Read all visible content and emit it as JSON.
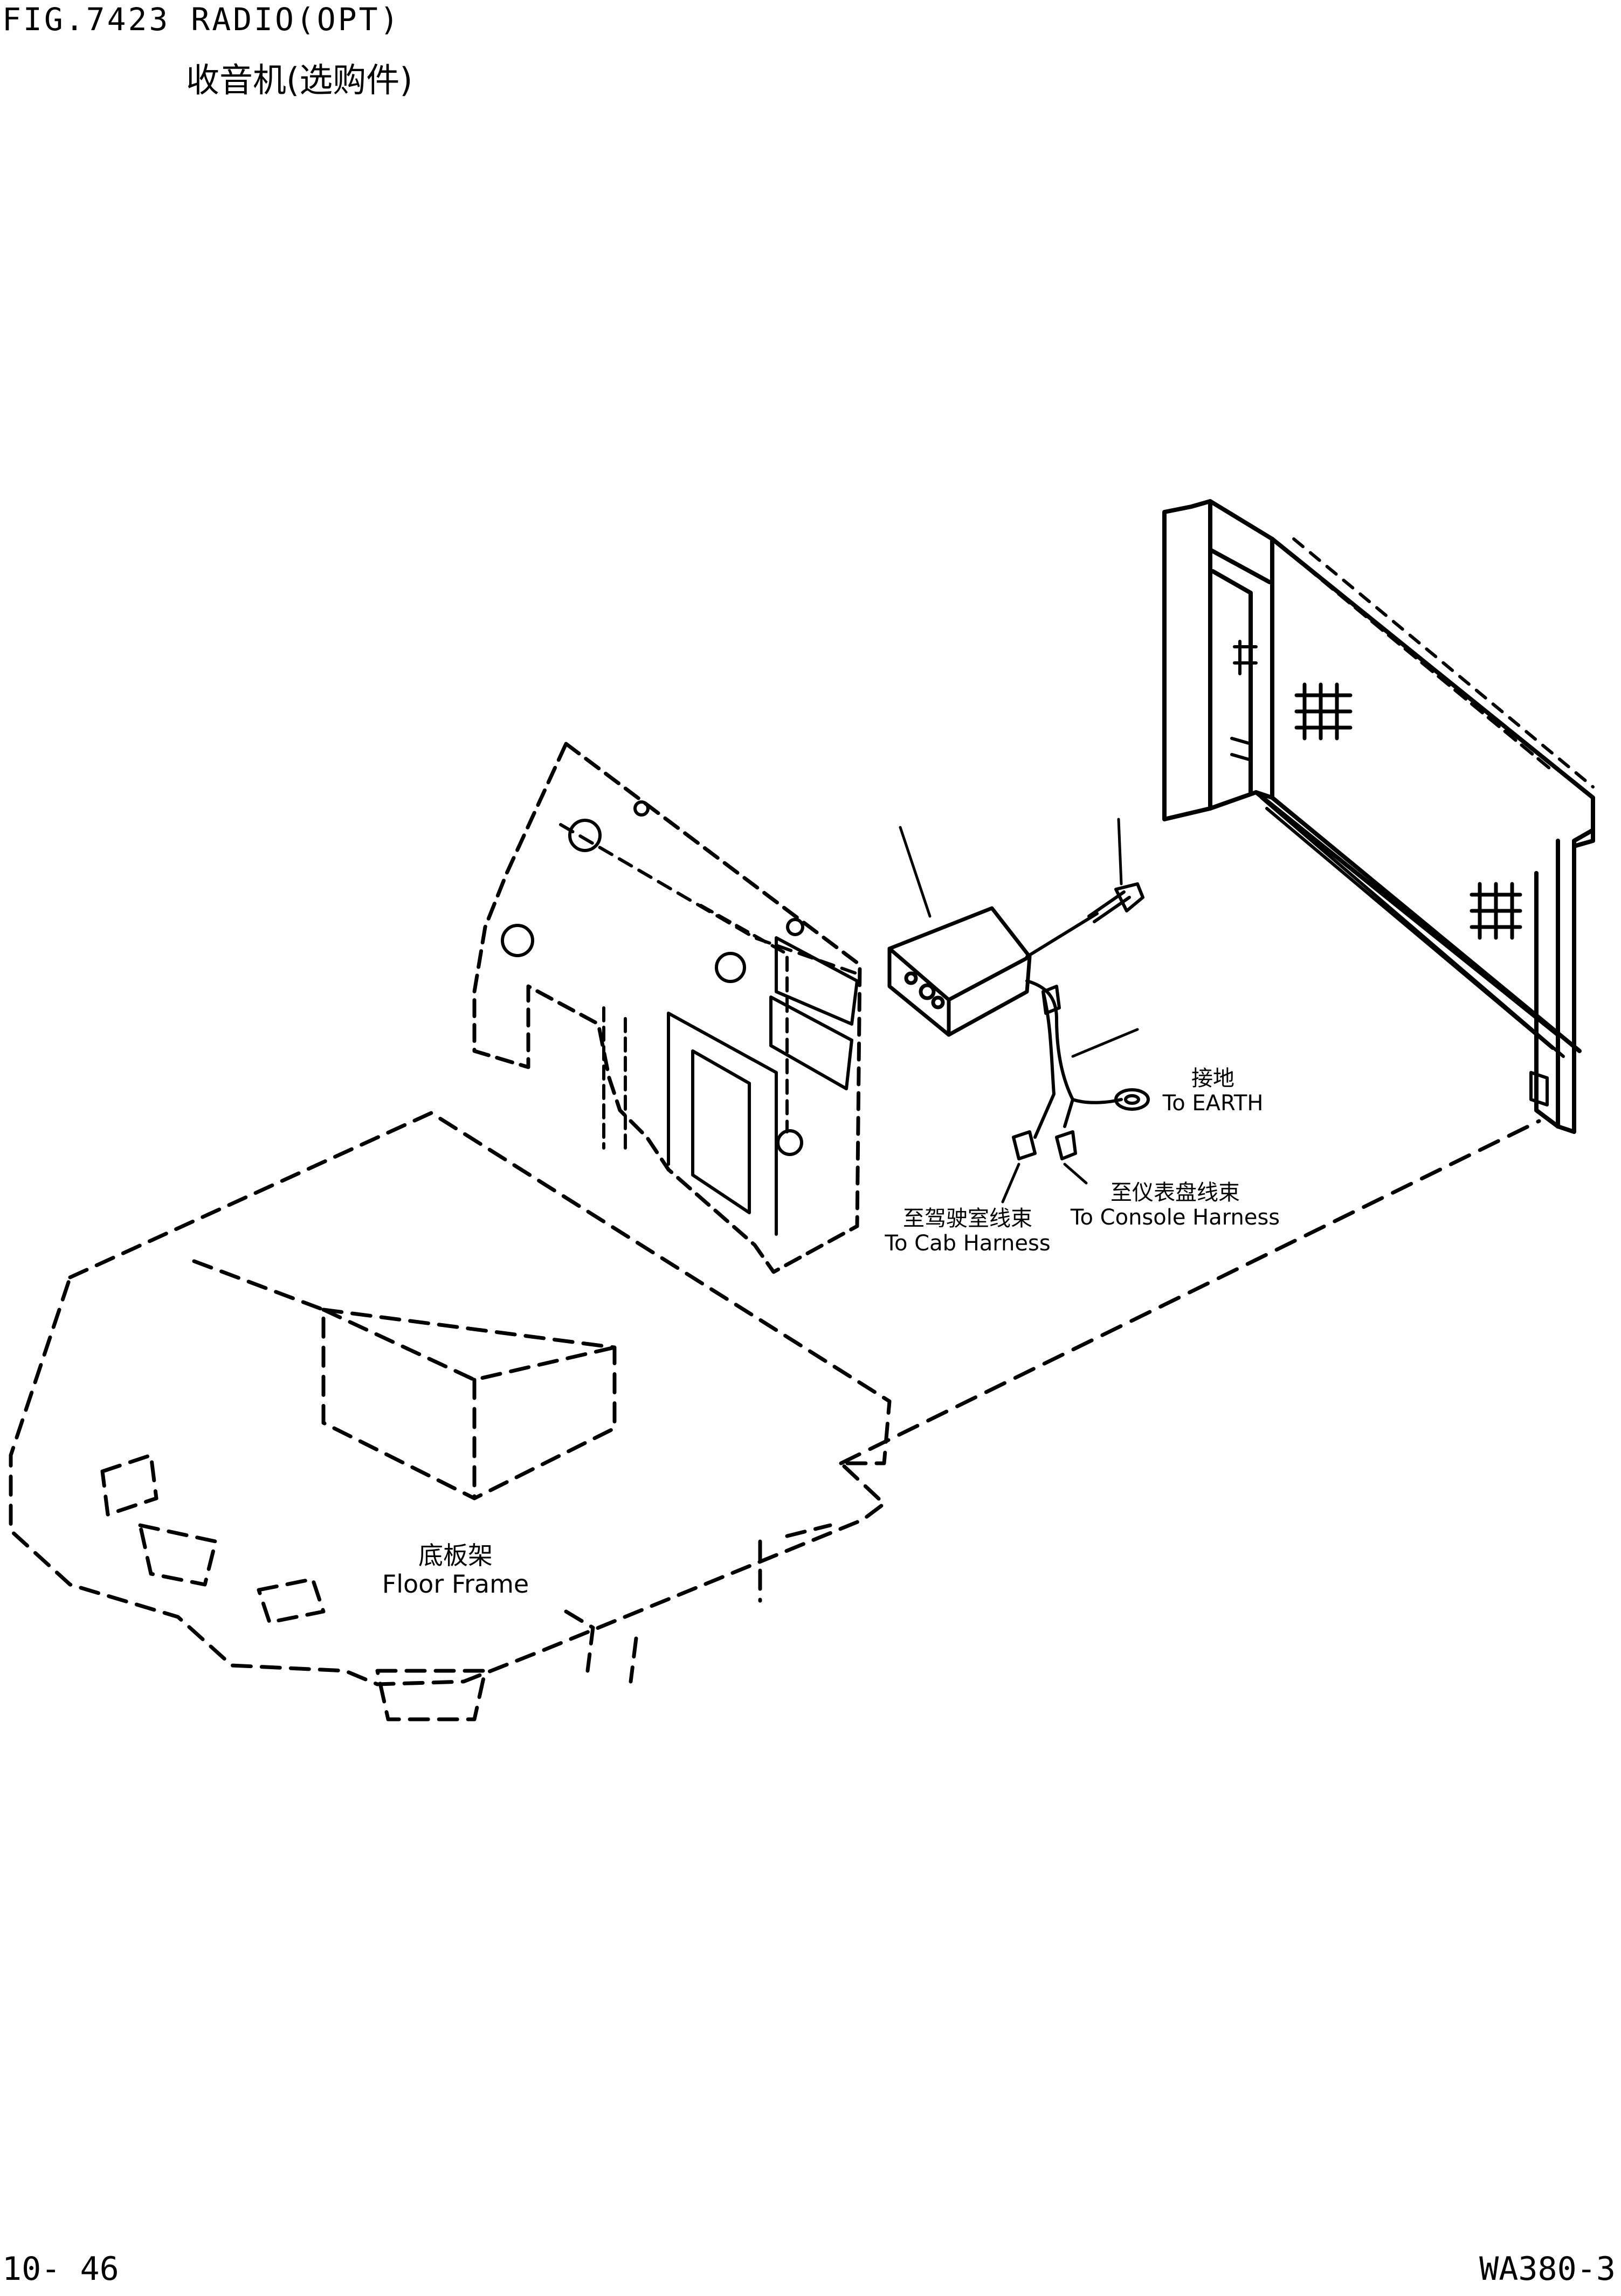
{
  "header": {
    "figure_title": "FIG.7423  RADIO(OPT)",
    "subtitle": "收音机(选购件)"
  },
  "callouts": {
    "earth_cn": "接地",
    "earth_en": "To EARTH",
    "cab_harness_cn": "至驾驶室线束",
    "cab_harness_en": "To Cab Harness",
    "console_harness_cn": "至仪表盘线束",
    "console_harness_en": "To Console Harness",
    "floor_frame_cn": "底板架",
    "floor_frame_en": "Floor Frame"
  },
  "footer": {
    "page_number": "10- 46",
    "model": "WA380-3"
  }
}
